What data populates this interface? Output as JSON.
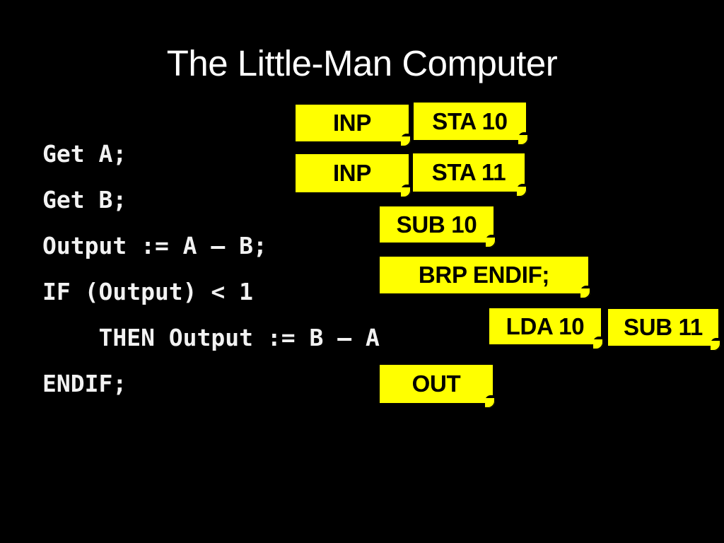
{
  "slide": {
    "title": "The Little-Man Computer",
    "background_color": "#000000",
    "text_color": "#FFFFFF",
    "note_color": "#FFFF00",
    "note_text_color": "#000000"
  },
  "pseudocode": {
    "lines": [
      "Get A;",
      "Get B;",
      "Output := A – B;",
      "IF (Output) < 1",
      "    THEN Output := B – A",
      "ENDIF;"
    ]
  },
  "notes": [
    {
      "label": "INP"
    },
    {
      "label": "STA 10"
    },
    {
      "label": "INP"
    },
    {
      "label": "STA 11"
    },
    {
      "label": "SUB 10"
    },
    {
      "label": "BRP ENDIF;"
    },
    {
      "label": "LDA 10"
    },
    {
      "label": "SUB 11"
    },
    {
      "label": "OUT"
    }
  ]
}
